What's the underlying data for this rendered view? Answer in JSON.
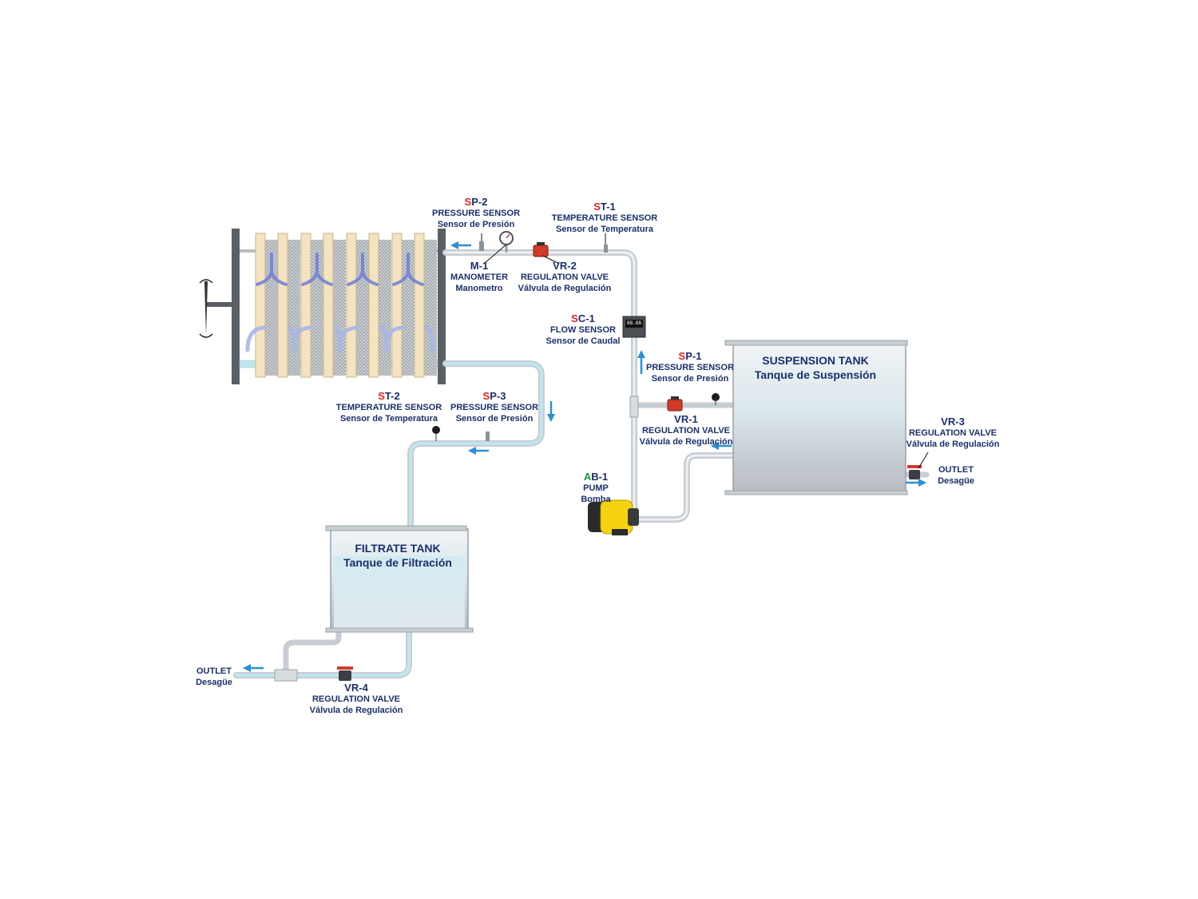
{
  "labels": {
    "sp2": {
      "prefix": "S",
      "rest": "P-2",
      "en": "PRESSURE SENSOR",
      "es": "Sensor de Presión"
    },
    "st1": {
      "prefix": "S",
      "rest": "T-1",
      "en": "TEMPERATURE SENSOR",
      "es": "Sensor de Temperatura"
    },
    "m1": {
      "prefix": "",
      "rest": "M-1",
      "en": "MANOMETER",
      "es": "Manometro"
    },
    "vr2": {
      "prefix": "",
      "rest": "VR-2",
      "en": "REGULATION VALVE",
      "es": "Válvula de Regulación"
    },
    "sc1": {
      "prefix": "S",
      "rest": "C-1",
      "en": "FLOW SENSOR",
      "es": "Sensor de Caudal"
    },
    "sp1": {
      "prefix": "S",
      "rest": "P-1",
      "en": "PRESSURE SENSOR",
      "es": "Sensor de Presión"
    },
    "vr1": {
      "prefix": "",
      "rest": "VR-1",
      "en": "REGULATION VALVE",
      "es": "Válvula de Regulación"
    },
    "st2": {
      "prefix": "S",
      "rest": "T-2",
      "en": "TEMPERATURE SENSOR",
      "es": "Sensor de Temperatura"
    },
    "sp3": {
      "prefix": "S",
      "rest": "P-3",
      "en": "PRESSURE SENSOR",
      "es": "Sensor de Presión"
    },
    "vr3": {
      "prefix": "",
      "rest": "VR-3",
      "en": "REGULATION VALVE",
      "es": "Válvula de Regulación"
    },
    "ab1": {
      "prefix": "A",
      "rest": "B-1",
      "en": "PUMP",
      "es": "Bomba"
    },
    "vr4": {
      "prefix": "",
      "rest": "VR-4",
      "en": "REGULATION VALVE",
      "es": "Válvula de Regulación"
    },
    "outlet_right": {
      "en": "OUTLET",
      "es": "Desagüe"
    },
    "outlet_left": {
      "en": "OUTLET",
      "es": "Desagüe"
    }
  },
  "tanks": {
    "suspension": {
      "en": "SUSPENSION TANK",
      "es": "Tanque de Suspensión"
    },
    "filtrate": {
      "en": "FILTRATE TANK",
      "es": "Tanque de Filtración"
    }
  },
  "flow_sensor_display": "88.88",
  "colors": {
    "label_text": "#1b2f6b",
    "sensor_prefix": "#e0232b",
    "pump_prefix": "#1f9a3a",
    "flow_arrow": "#2a8fd6",
    "pipe": "#c7cdd3",
    "water": "#bfe6ee",
    "filter_plate": "#f3e3c1",
    "frame": "#5a5f66",
    "pump_body": "#f5d40f"
  },
  "icons": [
    "arrow-left-icon",
    "arrow-down-icon",
    "arrow-up-icon",
    "arrow-right-icon",
    "rotation-handle-icon"
  ]
}
